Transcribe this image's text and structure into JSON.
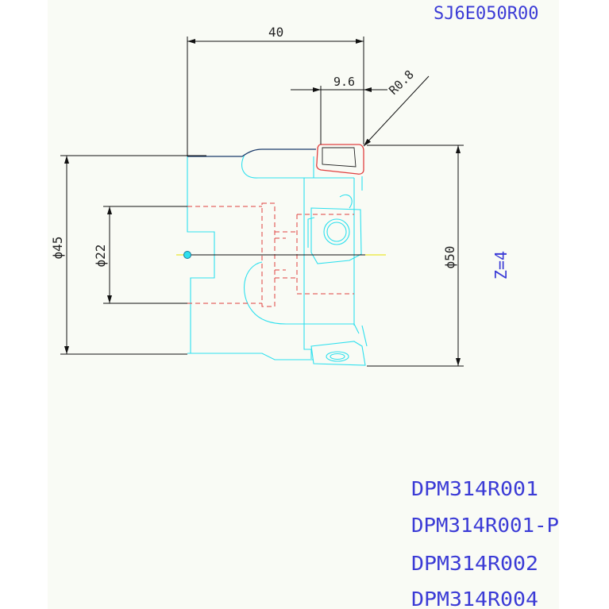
{
  "drawing": {
    "part_number": "SJ6E050R00",
    "teeth_label": "Z=4",
    "dimensions": {
      "length": "40",
      "insert_offset": "9.6",
      "corner_radius": "R0.8",
      "outer_diameter_body": "ϕ45",
      "bore_diameter": "ϕ22",
      "cutting_diameter": "ϕ50"
    },
    "insert_codes": [
      "DPM314R001",
      "DPM314R001-P",
      "DPM314R002",
      "DPM314R004"
    ]
  },
  "colors": {
    "paper": "#f9fbf5",
    "text_blue": "#3b3bd6",
    "outline_cyan": "#2ee0ee",
    "hidden_red": "#e04040",
    "dimension": "#111111",
    "centerline": "#e8e000"
  }
}
